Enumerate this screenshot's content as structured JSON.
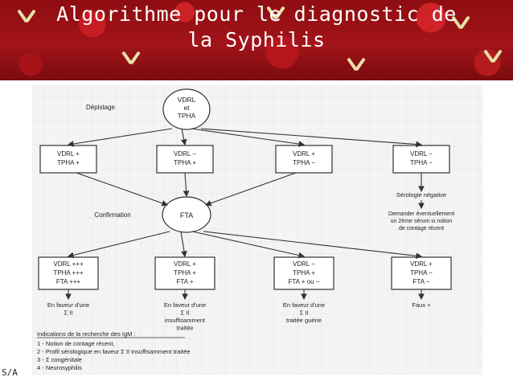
{
  "slide": {
    "title": "Algorithme pour le diagnostic de\nla Syphilis",
    "footer": "S/A"
  },
  "diagram": {
    "depistage_label": "Dépistage",
    "start_node": [
      "VDRL",
      "et",
      "TPHA"
    ],
    "screen_boxes": [
      [
        "VDRL +",
        "TPHA +"
      ],
      [
        "VDRL −",
        "TPHA +"
      ],
      [
        "VDRL +",
        "TPHA −"
      ],
      [
        "VDRL −",
        "TPHA −"
      ]
    ],
    "serologie_negative": "Sérologie négative",
    "demander_note": [
      "Demander éventuellement",
      "un 2ème sérum si notion",
      "de contage récent"
    ],
    "confirmation_label": "Confirmation",
    "fta_node": "FTA",
    "result_boxes": [
      [
        "VDRL +++",
        "TPHA +++",
        "FTA +++"
      ],
      [
        "VDRL +",
        "TPHA +",
        "FTA +"
      ],
      [
        "VDRL −",
        "TPHA +",
        "FTA + ou −"
      ],
      [
        "VDRL +",
        "TPHA −",
        "FTA −"
      ]
    ],
    "conclusions": [
      [
        "En faveur d'une",
        "Σ II"
      ],
      [
        "En faveur d'une",
        "Σ II",
        "insuffisamment",
        "traitée"
      ],
      [
        "En faveur d'une",
        "Σ II",
        "traitée guérie"
      ],
      [
        "Faux +"
      ]
    ],
    "igm_title": "Indications de la recherche des IgM :",
    "igm_items": [
      "1 - Notion de contage récent,",
      "2 - Profil sérologique en faveur Σ II insuffisamment traitée",
      "3 - Σ congénitale",
      "4 - Neurosyphilis"
    ]
  }
}
